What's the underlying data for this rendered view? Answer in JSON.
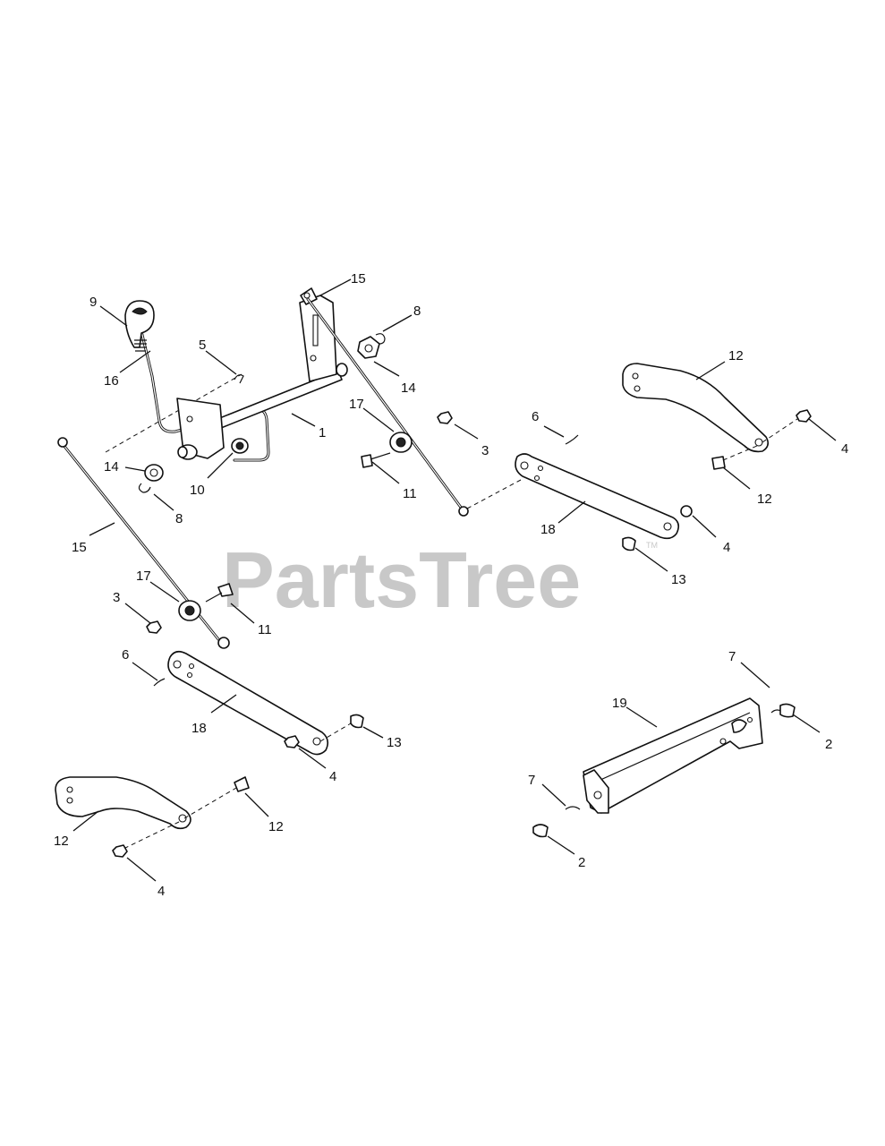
{
  "watermark": {
    "text": "PartsTree",
    "trademark": "TM"
  },
  "callouts": {
    "c1": "1",
    "c2a": "2",
    "c2b": "2",
    "c3a": "3",
    "c3b": "3",
    "c4a": "4",
    "c4b": "4",
    "c4c": "4",
    "c4d": "4",
    "c5": "5",
    "c6a": "6",
    "c6b": "6",
    "c7a": "7",
    "c7b": "7",
    "c8a": "8",
    "c8b": "8",
    "c9": "9",
    "c10": "10",
    "c11a": "11",
    "c11b": "11",
    "c12a": "12",
    "c12b": "12",
    "c12c": "12",
    "c12d": "12",
    "c13a": "13",
    "c13b": "13",
    "c14a": "14",
    "c14b": "14",
    "c15a": "15",
    "c15b": "15",
    "c16": "16",
    "c17a": "17",
    "c17b": "17",
    "c18a": "18",
    "c18b": "18",
    "c19": "19"
  }
}
